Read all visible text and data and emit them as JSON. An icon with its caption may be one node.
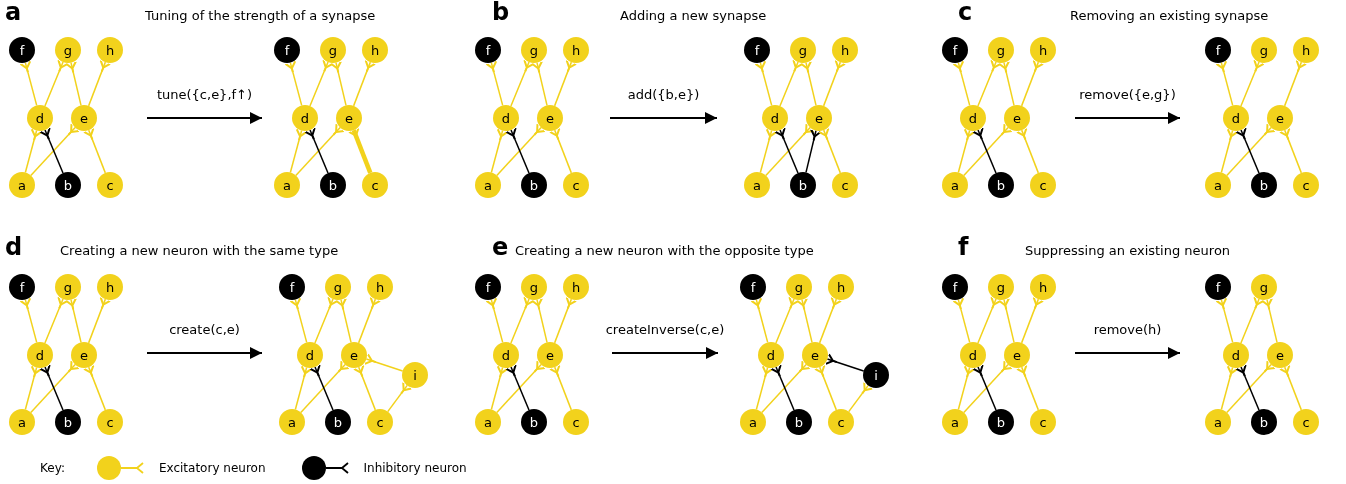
{
  "diagram": {
    "nodes": [
      {
        "text": [
          "f"
        ]
      },
      {
        "text": [
          "g"
        ]
      },
      {
        "text": [
          "h"
        ]
      },
      {
        "text": [
          "d"
        ]
      },
      {
        "text": [
          "e"
        ]
      },
      {
        "text": [
          "a"
        ]
      },
      {
        "text": [
          "b"
        ]
      },
      {
        "text": [
          "c"
        ]
      },
      {
        "text": [
          "f"
        ]
      },
      {
        "text": [
          "g"
        ]
      },
      {
        "text": [
          "h"
        ]
      },
      {
        "text": [
          "d"
        ]
      },
      {
        "text": [
          "e"
        ]
      },
      {
        "text": [
          "a"
        ]
      },
      {
        "text": [
          "b"
        ]
      },
      {
        "text": [
          "c"
        ]
      },
      {
        "text": [
          "f"
        ]
      },
      {
        "text": [
          "g"
        ]
      },
      {
        "text": [
          "h"
        ]
      },
      {
        "text": [
          "d"
        ]
      },
      {
        "text": [
          "e"
        ]
      },
      {
        "text": [
          "a"
        ]
      },
      {
        "text": [
          "b"
        ]
      },
      {
        "text": [
          "c"
        ]
      },
      {
        "text": [
          "f"
        ]
      },
      {
        "text": [
          "g"
        ]
      },
      {
        "text": [
          "h"
        ]
      },
      {
        "text": [
          "d"
        ]
      },
      {
        "text": [
          "e"
        ]
      },
      {
        "text": [
          "a"
        ]
      },
      {
        "text": [
          "b"
        ]
      },
      {
        "text": [
          "c"
        ]
      },
      {
        "text": [
          "f"
        ]
      },
      {
        "text": [
          "g"
        ]
      },
      {
        "text": [
          "h"
        ]
      },
      {
        "text": [
          "d"
        ]
      },
      {
        "text": [
          "e"
        ]
      },
      {
        "text": [
          "a"
        ]
      },
      {
        "text": [
          "b"
        ]
      },
      {
        "text": [
          "c"
        ]
      },
      {
        "text": [
          "f"
        ]
      },
      {
        "text": [
          "g"
        ]
      },
      {
        "text": [
          "h"
        ]
      },
      {
        "text": [
          "d"
        ]
      },
      {
        "text": [
          "e"
        ]
      },
      {
        "text": [
          "a"
        ]
      },
      {
        "text": [
          "b"
        ]
      },
      {
        "text": [
          "c"
        ]
      },
      {
        "text": [
          "f"
        ]
      },
      {
        "text": [
          "g"
        ]
      },
      {
        "text": [
          "h"
        ]
      },
      {
        "text": [
          "d"
        ]
      },
      {
        "text": [
          "e"
        ]
      },
      {
        "text": [
          "a"
        ]
      },
      {
        "text": [
          "b"
        ]
      },
      {
        "text": [
          "c"
        ]
      },
      {
        "text": [
          "f"
        ]
      },
      {
        "text": [
          "g"
        ]
      },
      {
        "text": [
          "h"
        ]
      },
      {
        "text": [
          "d"
        ]
      },
      {
        "text": [
          "e"
        ]
      },
      {
        "text": [
          "i"
        ]
      },
      {
        "text": [
          "a"
        ]
      },
      {
        "text": [
          "b"
        ]
      },
      {
        "text": [
          "c"
        ]
      },
      {
        "text": [
          "f"
        ]
      },
      {
        "text": [
          "g"
        ]
      },
      {
        "text": [
          "h"
        ]
      },
      {
        "text": [
          "d"
        ]
      },
      {
        "text": [
          "e"
        ]
      },
      {
        "text": [
          "a"
        ]
      },
      {
        "text": [
          "b"
        ]
      },
      {
        "text": [
          "c"
        ]
      },
      {
        "text": [
          "f"
        ]
      },
      {
        "text": [
          "g"
        ]
      },
      {
        "text": [
          "h"
        ]
      },
      {
        "text": [
          "d"
        ]
      },
      {
        "text": [
          "e"
        ]
      },
      {
        "text": [
          "i"
        ]
      },
      {
        "text": [
          "a"
        ]
      },
      {
        "text": [
          "b"
        ]
      },
      {
        "text": [
          "c"
        ]
      },
      {
        "text": [
          "f"
        ]
      },
      {
        "text": [
          "g"
        ]
      },
      {
        "text": [
          "h"
        ]
      },
      {
        "text": [
          "d"
        ]
      },
      {
        "text": [
          "e"
        ]
      },
      {
        "text": [
          "a"
        ]
      },
      {
        "text": [
          "b"
        ]
      },
      {
        "text": [
          "c"
        ]
      },
      {
        "text": [
          "f"
        ]
      },
      {
        "text": [
          "g"
        ]
      },
      {
        "text": [
          "d"
        ]
      },
      {
        "text": [
          "e"
        ]
      },
      {
        "text": [
          "a"
        ]
      },
      {
        "text": [
          "b"
        ]
      },
      {
        "text": [
          "c"
        ]
      }
    ],
    "edges": [
      {
        "from": 3,
        "to": 0,
        "arrow": "other"
      },
      {
        "from": 3,
        "to": 1,
        "arrow": "other"
      },
      {
        "from": 4,
        "to": 1,
        "arrow": "other"
      },
      {
        "from": 4,
        "to": 2,
        "arrow": "other"
      },
      {
        "from": 5,
        "to": 3,
        "arrow": "other"
      },
      {
        "from": 5,
        "to": 4,
        "arrow": "other"
      },
      {
        "from": 6,
        "to": 3,
        "arrow": "other",
        "color": "#000000"
      },
      {
        "from": 7,
        "to": 4,
        "arrow": "other"
      },
      {
        "from": 11,
        "to": 8,
        "arrow": "other"
      },
      {
        "from": 11,
        "to": 9,
        "arrow": "other"
      },
      {
        "from": 12,
        "to": 9,
        "arrow": "other"
      },
      {
        "from": 12,
        "to": 10,
        "arrow": "other"
      },
      {
        "from": 13,
        "to": 11,
        "arrow": "other"
      },
      {
        "from": 13,
        "to": 12,
        "arrow": "other"
      },
      {
        "from": 14,
        "to": 11,
        "arrow": "other",
        "color": "#000000"
      },
      {
        "from": 15,
        "to": 12,
        "arrow": "other",
        "style": "thick"
      },
      {
        "from": 19,
        "to": 16,
        "arrow": "other"
      },
      {
        "from": 19,
        "to": 17,
        "arrow": "other"
      },
      {
        "from": 20,
        "to": 17,
        "arrow": "other"
      },
      {
        "from": 20,
        "to": 18,
        "arrow": "other"
      },
      {
        "from": 21,
        "to": 19,
        "arrow": "other"
      },
      {
        "from": 21,
        "to": 20,
        "arrow": "other"
      },
      {
        "from": 22,
        "to": 19,
        "arrow": "other",
        "color": "#000000"
      },
      {
        "from": 23,
        "to": 20,
        "arrow": "other"
      },
      {
        "from": 27,
        "to": 24,
        "arrow": "other"
      },
      {
        "from": 27,
        "to": 25,
        "arrow": "other"
      },
      {
        "from": 28,
        "to": 25,
        "arrow": "other"
      },
      {
        "from": 28,
        "to": 26,
        "arrow": "other"
      },
      {
        "from": 29,
        "to": 27,
        "arrow": "other"
      },
      {
        "from": 29,
        "to": 28,
        "arrow": "other"
      },
      {
        "from": 30,
        "to": 27,
        "arrow": "other",
        "color": "#000000"
      },
      {
        "from": 30,
        "to": 28,
        "arrow": "other",
        "color": "#000000"
      },
      {
        "from": 31,
        "to": 28,
        "arrow": "other"
      },
      {
        "from": 35,
        "to": 32,
        "arrow": "other"
      },
      {
        "from": 35,
        "to": 33,
        "arrow": "other"
      },
      {
        "from": 36,
        "to": 33,
        "arrow": "other"
      },
      {
        "from": 36,
        "to": 34,
        "arrow": "other"
      },
      {
        "from": 37,
        "to": 35,
        "arrow": "other"
      },
      {
        "from": 37,
        "to": 36,
        "arrow": "other"
      },
      {
        "from": 38,
        "to": 35,
        "arrow": "other",
        "color": "#000000"
      },
      {
        "from": 39,
        "to": 36,
        "arrow": "other"
      },
      {
        "from": 43,
        "to": 40,
        "arrow": "other"
      },
      {
        "from": 43,
        "to": 41,
        "arrow": "other"
      },
      {
        "from": 44,
        "to": 42,
        "arrow": "other"
      },
      {
        "from": 45,
        "to": 43,
        "arrow": "other"
      },
      {
        "from": 45,
        "to": 44,
        "arrow": "other"
      },
      {
        "from": 46,
        "to": 43,
        "arrow": "other",
        "color": "#000000"
      },
      {
        "from": 47,
        "to": 44,
        "arrow": "other"
      },
      {
        "from": 51,
        "to": 48,
        "arrow": "other"
      },
      {
        "from": 51,
        "to": 49,
        "arrow": "other"
      },
      {
        "from": 52,
        "to": 49,
        "arrow": "other"
      },
      {
        "from": 52,
        "to": 50,
        "arrow": "other"
      },
      {
        "from": 53,
        "to": 51,
        "arrow": "other"
      },
      {
        "from": 53,
        "to": 52,
        "arrow": "other"
      },
      {
        "from": 54,
        "to": 51,
        "arrow": "other",
        "color": "#000000"
      },
      {
        "from": 55,
        "to": 52,
        "arrow": "other"
      },
      {
        "from": 59,
        "to": 56,
        "arrow": "other"
      },
      {
        "from": 59,
        "to": 57,
        "arrow": "other"
      },
      {
        "from": 60,
        "to": 57,
        "arrow": "other"
      },
      {
        "from": 60,
        "to": 58,
        "arrow": "other"
      },
      {
        "from": 62,
        "to": 59,
        "arrow": "other"
      },
      {
        "from": 62,
        "to": 60,
        "arrow": "other"
      },
      {
        "from": 63,
        "to": 59,
        "arrow": "other",
        "color": "#000000"
      },
      {
        "from": 64,
        "to": 60,
        "arrow": "other"
      },
      {
        "from": 64,
        "to": 61,
        "arrow": "other"
      },
      {
        "from": 61,
        "to": 60,
        "arrow": "other"
      },
      {
        "from": 68,
        "to": 65,
        "arrow": "other"
      },
      {
        "from": 68,
        "to": 66,
        "arrow": "other"
      },
      {
        "from": 69,
        "to": 66,
        "arrow": "other"
      },
      {
        "from": 69,
        "to": 67,
        "arrow": "other"
      },
      {
        "from": 70,
        "to": 68,
        "arrow": "other"
      },
      {
        "from": 70,
        "to": 69,
        "arrow": "other"
      },
      {
        "from": 71,
        "to": 68,
        "arrow": "other",
        "color": "#000000"
      },
      {
        "from": 72,
        "to": 69,
        "arrow": "other"
      },
      {
        "from": 76,
        "to": 73,
        "arrow": "other"
      },
      {
        "from": 76,
        "to": 74,
        "arrow": "other"
      },
      {
        "from": 77,
        "to": 74,
        "arrow": "other"
      },
      {
        "from": 77,
        "to": 75,
        "arrow": "other"
      },
      {
        "from": 79,
        "to": 76,
        "arrow": "other"
      },
      {
        "from": 79,
        "to": 77,
        "arrow": "other"
      },
      {
        "from": 80,
        "to": 76,
        "arrow": "other",
        "color": "#000000"
      },
      {
        "from": 81,
        "to": 77,
        "arrow": "other"
      },
      {
        "from": 81,
        "to": 78,
        "arrow": "other"
      },
      {
        "from": 78,
        "to": 77,
        "arrow": "other",
        "color": "#000000"
      },
      {
        "from": 85,
        "to": 82,
        "arrow": "other"
      },
      {
        "from": 85,
        "to": 83,
        "arrow": "other"
      },
      {
        "from": 86,
        "to": 83,
        "arrow": "other"
      },
      {
        "from": 86,
        "to": 84,
        "arrow": "other"
      },
      {
        "from": 87,
        "to": 85,
        "arrow": "other"
      },
      {
        "from": 87,
        "to": 86,
        "arrow": "other"
      },
      {
        "from": 88,
        "to": 85,
        "arrow": "other",
        "color": "#000000"
      },
      {
        "from": 89,
        "to": 86,
        "arrow": "other"
      },
      {
        "from": 92,
        "to": 90,
        "arrow": "other"
      },
      {
        "from": 92,
        "to": 91,
        "arrow": "other"
      },
      {
        "from": 93,
        "to": 91,
        "arrow": "other"
      },
      {
        "from": 94,
        "to": 92,
        "arrow": "other"
      },
      {
        "from": 94,
        "to": 93,
        "arrow": "other"
      },
      {
        "from": 95,
        "to": 92,
        "arrow": "other",
        "color": "#000000"
      },
      {
        "from": 96,
        "to": 93,
        "arrow": "other"
      }
    ],
    "labels": [
      "a",
      "Tuning of the strength of a synapse",
      "tune({c,e},f↑)",
      "b",
      "Adding a new synapse",
      "add({b,e})",
      "c",
      "Removing an existing synapse",
      "remove({e,g})",
      "d",
      "Creating a new neuron with the same type",
      "create(c,e)",
      "e",
      "Creating a new neuron with the opposite type",
      "createInverse(c,e)",
      "f",
      "Suppressing an existing neuron",
      "remove(h)",
      "Key:"
    ],
    "legend": [
      {
        "text": "Excitatory neuron"
      },
      {
        "text": "Inhibitory neuron"
      }
    ]
  }
}
